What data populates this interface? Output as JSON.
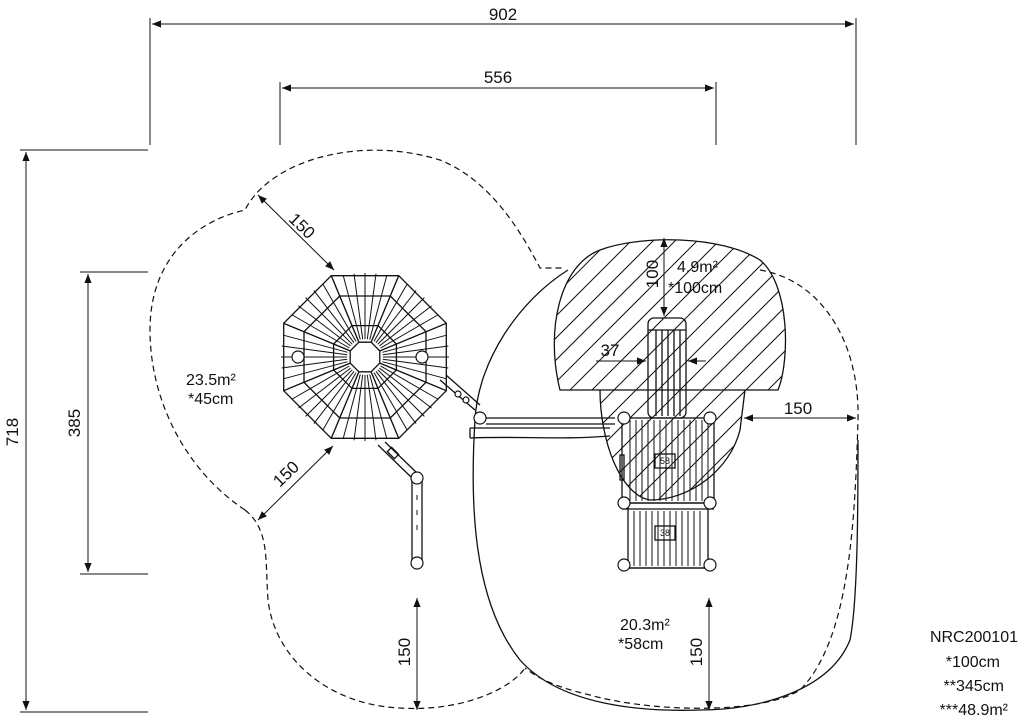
{
  "dimensions": {
    "total_width": "902",
    "inner_width": "556",
    "total_height": "718",
    "left_height": "385",
    "hex_upper_clearance": "150",
    "hex_lower_clearance": "150",
    "right_clearance": "150",
    "bottom_left_clearance": "150",
    "bottom_right_clearance": "150",
    "slide_height": "100",
    "slide_width": "37"
  },
  "areas": {
    "left": {
      "area": "23.5m²",
      "fall_height": "*45cm"
    },
    "slide": {
      "area": "4.9m²",
      "fall_height": "*100cm"
    },
    "main": {
      "area": "20.3m²",
      "fall_height": "*58cm"
    }
  },
  "platform_labels": {
    "upper": "58",
    "lower": "38"
  },
  "spec": {
    "model": "NRC200101",
    "line1": "*100cm",
    "line2": "**345cm",
    "line3": "***48.9m²"
  }
}
